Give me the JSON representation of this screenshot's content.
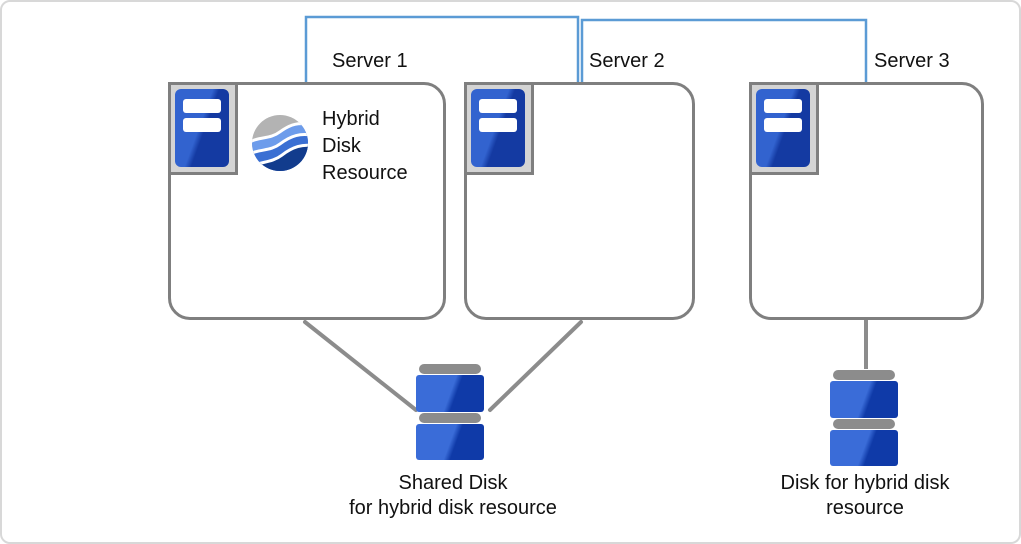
{
  "diagram": {
    "description": "Hybrid disk resource cluster topology with three servers",
    "servers": [
      {
        "label": "Server 1",
        "resource": "Hybrid Disk Resource"
      },
      {
        "label": "Server 2"
      },
      {
        "label": "Server 3"
      }
    ],
    "disks": [
      {
        "caption": "Shared Disk\nfor hybrid disk resource",
        "connected_to": [
          "Server 1",
          "Server 2"
        ]
      },
      {
        "caption": "Disk for hybrid disk\nresource",
        "connected_to": [
          "Server 3"
        ]
      }
    ],
    "colors": {
      "network_line": "#5b9bd5",
      "connector_line": "#8c8c8c",
      "box_border": "#7f7f7f",
      "icon_frame_fill": "#d4d4d4",
      "server_glyph_light_blue": "#3263cf",
      "server_glyph_dark_blue": "#143aa2",
      "disk_light_blue": "#3a6cd8",
      "disk_dark_blue": "#0f3aa8",
      "disk_cap_gray": "#8c8c8c",
      "logo_gray": "#b3b3b3",
      "logo_light_blue": "#6d9ceb",
      "logo_mid_blue": "#3a6fd3",
      "logo_dark_blue": "#123c8d"
    }
  }
}
